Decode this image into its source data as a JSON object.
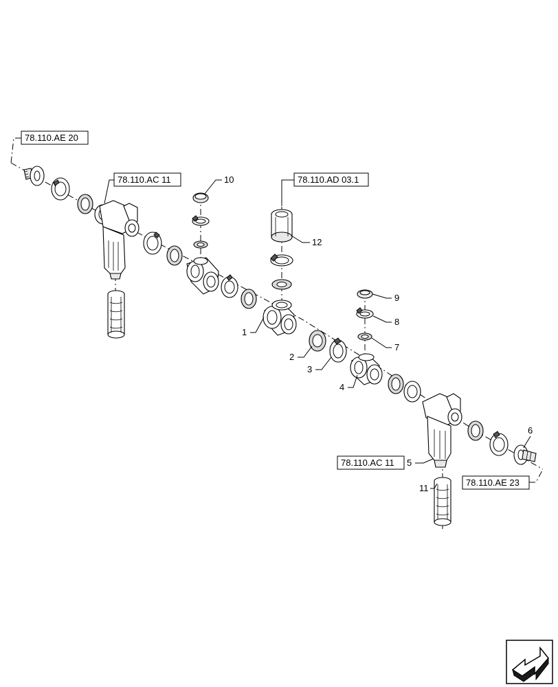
{
  "references": {
    "ref_ae20": "78.110.AE 20",
    "ref_ac11_left": "78.110.AC 11",
    "ref_ad031": "78.110.AD 03.1",
    "ref_ac11_right": "78.110.AC 11",
    "ref_ae23": "78.110.AE 23"
  },
  "callouts": {
    "c1": "1",
    "c2": "2",
    "c3": "3",
    "c4": "4",
    "c5": "5",
    "c6": "6",
    "c7": "7",
    "c8": "8",
    "c9": "9",
    "c10": "10",
    "c11": "11",
    "c12": "12"
  },
  "icons": {
    "next_page": "next-page-arrow-icon"
  },
  "colors": {
    "line": "#000000",
    "fill_light": "#e8e8e8",
    "fill_mid": "#d9d9d9"
  }
}
